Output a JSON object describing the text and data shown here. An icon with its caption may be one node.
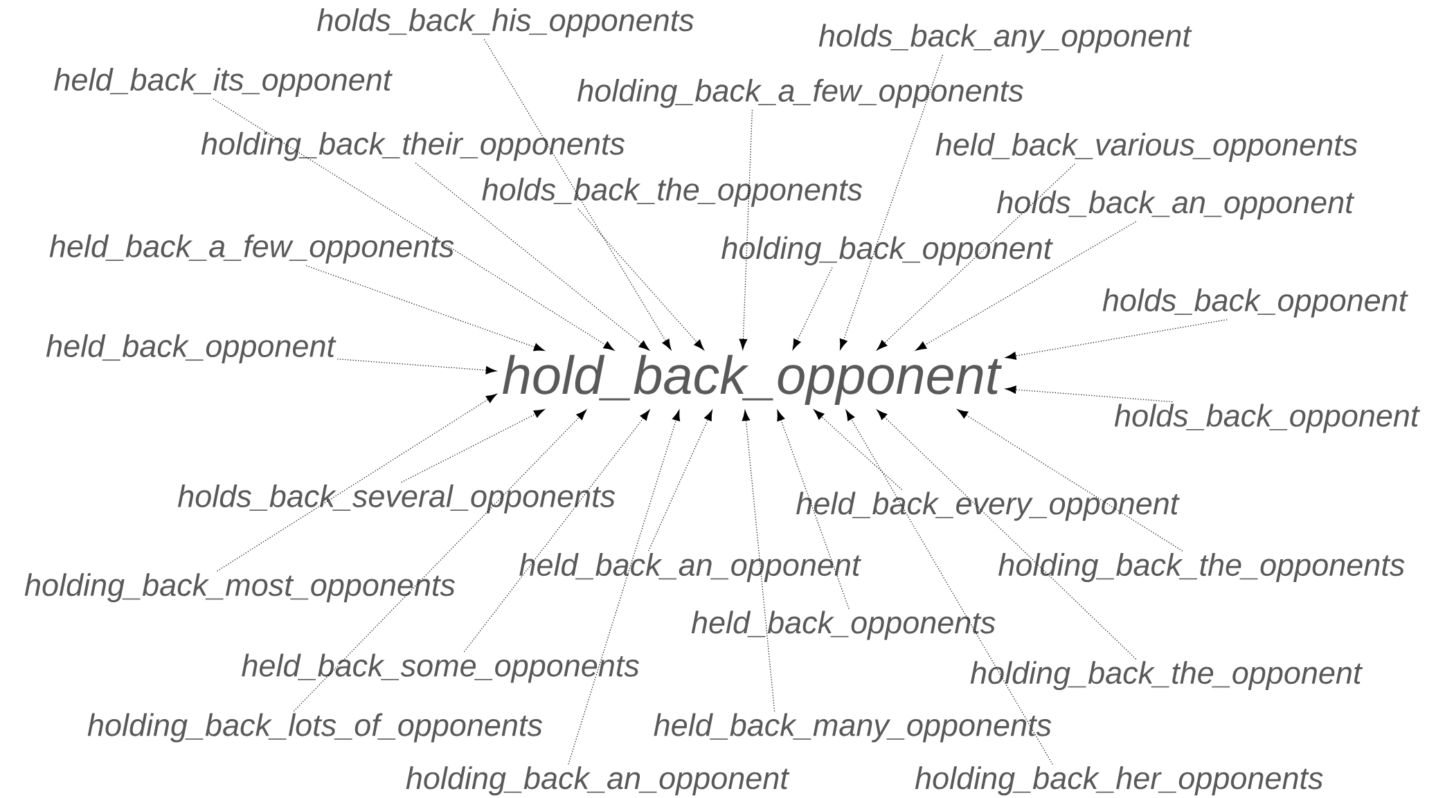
{
  "diagram": {
    "nodes": [
      {
        "text": [
          "holds_back_his_opponents"
        ]
      },
      {
        "text": [
          "held_back_its_opponent"
        ]
      },
      {
        "text": [
          "holds_back_any_opponent"
        ]
      },
      {
        "text": [
          "holding_back_a_few_opponents"
        ]
      },
      {
        "text": [
          "holding_back_their_opponents"
        ]
      },
      {
        "text": [
          "held_back_various_opponents"
        ]
      },
      {
        "text": [
          "holds_back_the_opponents"
        ]
      },
      {
        "text": [
          "holds_back_an_opponent"
        ]
      },
      {
        "text": [
          "held_back_a_few_opponents"
        ]
      },
      {
        "text": [
          "holding_back_opponent"
        ]
      },
      {
        "text": [
          "holds_back_opponent"
        ]
      },
      {
        "text": [
          "held_back_opponent"
        ]
      },
      {
        "text": [
          "hold_back_opponent"
        ]
      },
      {
        "text": [
          "holds_back_opponent"
        ]
      },
      {
        "text": [
          "holds_back_several_opponents"
        ]
      },
      {
        "text": [
          "held_back_every_opponent"
        ]
      },
      {
        "text": [
          "holding_back_most_opponents"
        ]
      },
      {
        "text": [
          "held_back_an_opponent"
        ]
      },
      {
        "text": [
          "holding_back_the_opponents"
        ]
      },
      {
        "text": [
          "held_back_opponents"
        ]
      },
      {
        "text": [
          "held_back_some_opponents"
        ]
      },
      {
        "text": [
          "holding_back_the_opponent"
        ]
      },
      {
        "text": [
          "holding_back_lots_of_opponents"
        ]
      },
      {
        "text": [
          "held_back_many_opponents"
        ]
      },
      {
        "text": [
          "holding_back_an_opponent"
        ]
      },
      {
        "text": [
          "holding_back_her_opponents"
        ]
      }
    ],
    "edges": [
      {
        "from": 0,
        "to": 12,
        "arrow": "to"
      },
      {
        "from": 1,
        "to": 12,
        "arrow": "to"
      },
      {
        "from": 2,
        "to": 12,
        "arrow": "to"
      },
      {
        "from": 3,
        "to": 12,
        "arrow": "to"
      },
      {
        "from": 4,
        "to": 12,
        "arrow": "to"
      },
      {
        "from": 5,
        "to": 12,
        "arrow": "to"
      },
      {
        "from": 6,
        "to": 12,
        "arrow": "to"
      },
      {
        "from": 7,
        "to": 12,
        "arrow": "to"
      },
      {
        "from": 8,
        "to": 12,
        "arrow": "to"
      },
      {
        "from": 9,
        "to": 12,
        "arrow": "to"
      },
      {
        "from": 10,
        "to": 12,
        "arrow": "to"
      },
      {
        "from": 11,
        "to": 12,
        "arrow": "to"
      },
      {
        "from": 13,
        "to": 12,
        "arrow": "to"
      },
      {
        "from": 14,
        "to": 12,
        "arrow": "to"
      },
      {
        "from": 15,
        "to": 12,
        "arrow": "to"
      },
      {
        "from": 16,
        "to": 12,
        "arrow": "to"
      },
      {
        "from": 17,
        "to": 12,
        "arrow": "to"
      },
      {
        "from": 18,
        "to": 12,
        "arrow": "to"
      },
      {
        "from": 19,
        "to": 12,
        "arrow": "to"
      },
      {
        "from": 20,
        "to": 12,
        "arrow": "to"
      },
      {
        "from": 21,
        "to": 12,
        "arrow": "to"
      },
      {
        "from": 22,
        "to": 12,
        "arrow": "to"
      },
      {
        "from": 23,
        "to": 12,
        "arrow": "to"
      },
      {
        "from": 24,
        "to": 12,
        "arrow": "to"
      },
      {
        "from": 25,
        "to": 12,
        "arrow": "to"
      }
    ]
  }
}
